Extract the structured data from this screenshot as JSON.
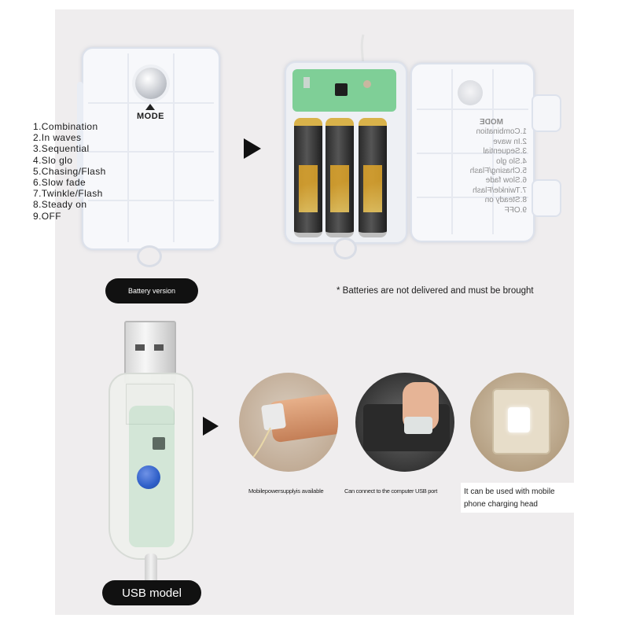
{
  "box_closed": {
    "mode_heading": "MODE",
    "modes": [
      "1.Combination",
      "2.In waves",
      "3.Sequential",
      "4.Slo glo",
      "5.Chasing/Flash",
      "6.Slow fade",
      "7.Twinkle/Flash",
      "8.Steady on",
      "9.OFF"
    ]
  },
  "box_open_mirror": {
    "mode_heading": "MODE",
    "modes": [
      "1.Combination",
      "2.In wave",
      "3.Sequential",
      "4.Slo glo",
      "5.Chasing/Flash",
      "6.Slow fade",
      "7.Twinkle/Flash",
      "8.Steady on",
      "9.OFF"
    ]
  },
  "labels": {
    "battery_version": "Battery version",
    "batteries_note": "* Batteries are not delivered and must be brought",
    "usb_model": "USB model",
    "caption_power_bank": "Mobilepowersupplyis available",
    "caption_usb_port": "Can connect to the computer USB port",
    "caption_charger_line1": "It can be used with mobile",
    "caption_charger_line2": "phone charging head"
  },
  "colors": {
    "panel": "#efedee",
    "pill": "#111111",
    "usb_button": "#2f5fc8",
    "battery_gold": "#c8901a"
  }
}
